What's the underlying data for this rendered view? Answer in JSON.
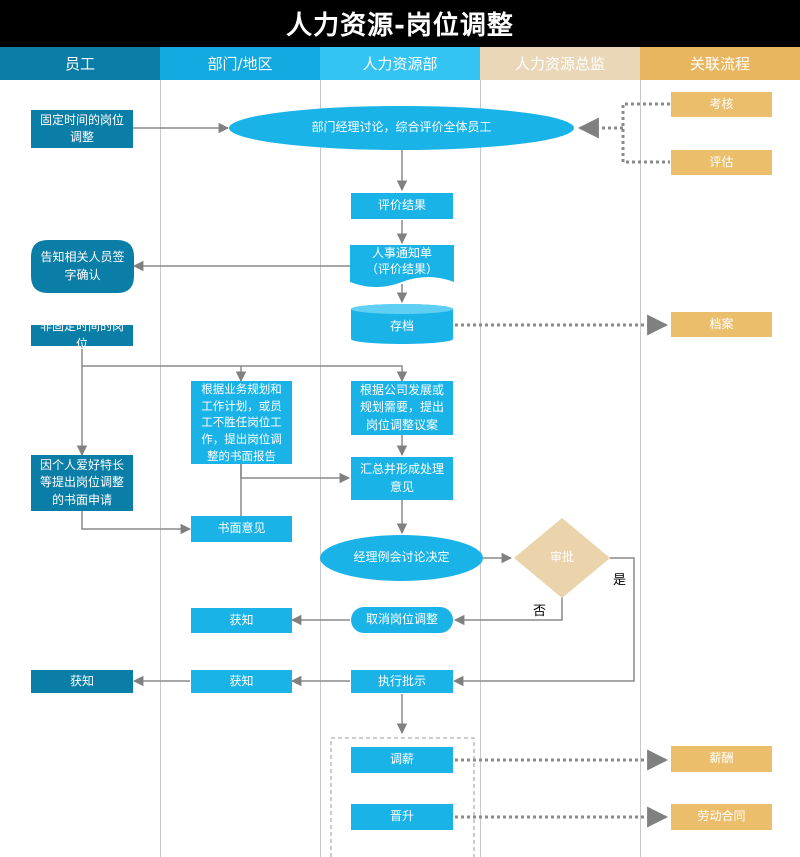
{
  "title": "人力资源-岗位调整",
  "lanes": [
    "员工",
    "部门/地区",
    "人力资源部",
    "人力资源总监",
    "关联流程"
  ],
  "colors": {
    "lane_bg": [
      "#0a7ca6",
      "#12a8e0",
      "#33c4f3",
      "#ead7b8",
      "#e9b660"
    ],
    "node_blue": "#1ab3e8",
    "node_dark_blue": "#0b7ea8",
    "node_gold": "#ebbe6b",
    "decision": "#ebd3ab"
  },
  "nodes": {
    "fixed_time": "固定时间的岗位调整",
    "dept_discuss": "部门经理讨论，综合评价全体员工",
    "kaohe": "考核",
    "pinggu": "评估",
    "eval_result": "评价结果",
    "notice": "人事通知单\n（评价结果）",
    "inform_sign": "告知相关人员签字确认",
    "archive": "存档",
    "dangan": "档案",
    "nonfixed": "非固定时间的岗位",
    "dept_report": "根据业务规划和工作计划，或员工不胜任岗位工作，提出岗位调整的书面报告",
    "company_proposal": "根据公司发展或规划需要，提出岗位调整议案",
    "personal_apply": "因个人爱好特长等提出岗位调整的书面申请",
    "summary": "汇总并形成处理意见",
    "written_opinion": "书面意见",
    "manager_meeting": "经理例会讨论决定",
    "approve": "审批",
    "cancel": "取消岗位调整",
    "huozhi_dept1": "获知",
    "huozhi_dept2": "获知",
    "huozhi_emp": "获知",
    "execute": "执行批示",
    "tiaoxin": "调薪",
    "jinsheng": "晋升",
    "xinchou": "薪酬",
    "contract": "劳动合同"
  },
  "edge_labels": {
    "yes": "是",
    "no": "否"
  }
}
